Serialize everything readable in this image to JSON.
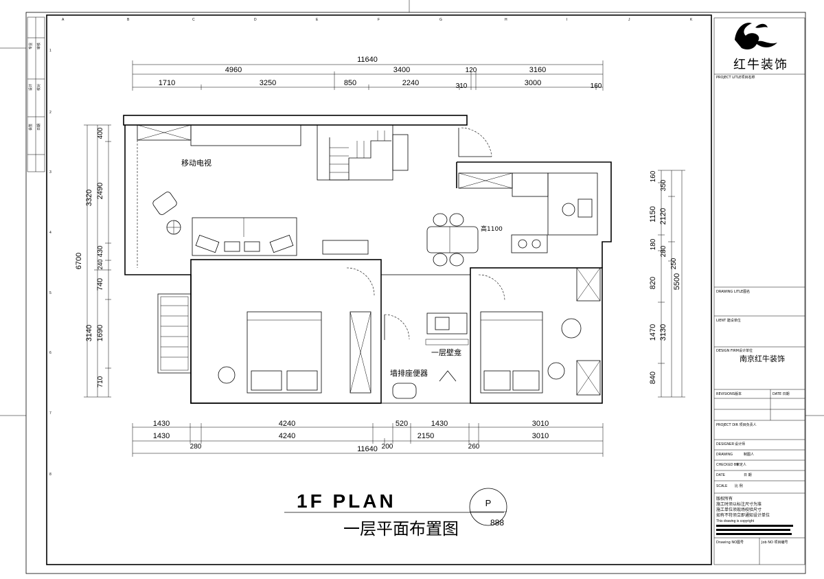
{
  "drawing": {
    "title_en": "1F PLAN",
    "title_cn": "一层平面布置图",
    "callout_letter": "P",
    "callout_number": "888"
  },
  "dimensions": {
    "top_total": "11640",
    "top_row1": [
      "4960",
      "3400",
      "120",
      "3160"
    ],
    "top_row2": [
      "1710",
      "3250",
      "850",
      "2240",
      "310",
      "3000",
      "160"
    ],
    "bottom_row1": [
      "1430",
      "4240",
      "520",
      "1430",
      "3010"
    ],
    "bottom_row2": [
      "1430",
      "4240",
      "2150",
      "3010"
    ],
    "bottom_row3": [
      "280",
      "200",
      "260"
    ],
    "bottom_small": "200",
    "bottom_total": "11640",
    "left_total": "6700",
    "left_col1": [
      "3320",
      "3140"
    ],
    "left_col2": [
      "400",
      "2490",
      "430",
      "240",
      "740",
      "1690",
      "710"
    ],
    "right_total": "5500",
    "right_col1": [
      "160",
      "1150",
      "180",
      "820",
      "1470",
      "840"
    ],
    "right_col2": [
      "350",
      "2120",
      "280",
      "250",
      "3130"
    ]
  },
  "room_labels": {
    "tv": "移动电视",
    "height_note": "高1100",
    "wall_niche": "一层壁龛",
    "toilet": "墙排座便器"
  },
  "title_block": {
    "company": "红牛装饰",
    "project_title": "PROJECT LITLE项目名称",
    "drawing_title": "DRAWING LITLE图名",
    "client": "LIENT 建设单位",
    "design_firm": "DESIGN FIRM设计单位",
    "design_firm_value": "南京红牛装饰",
    "revisions": "REVISIONS版本",
    "date_hdr": "DATE 日期",
    "project_dir": "PROJECT DIR 项目负责人",
    "designer": "DESIGNER",
    "designer_cn": "设计师",
    "drawing": "DRAWING",
    "drawing_cn": "制图人",
    "checked": "CHECKED BY",
    "checked_cn": "审定人",
    "date": "DATE",
    "date_cn": "日 期",
    "scale": "SCALE",
    "scale_cn": "比 例",
    "copyright": [
      "版权所有",
      "施工时须以标注尺寸为准",
      "施工单位须现场校验尺寸",
      "如有不符须立即通知设计单位",
      "This drawing is copyright"
    ],
    "drawing_no": "Drawing NO图号",
    "job_no": "Job NO 项目编号"
  },
  "side_stamp": [
    "专业",
    "审核",
    "设计",
    "校对",
    "会签",
    "日期"
  ],
  "grid_letters": [
    "A",
    "B",
    "C",
    "D",
    "E",
    "F",
    "G",
    "H",
    "I",
    "J",
    "K"
  ],
  "grid_numbers": [
    "1",
    "2",
    "3",
    "4",
    "5",
    "6",
    "7",
    "8"
  ]
}
